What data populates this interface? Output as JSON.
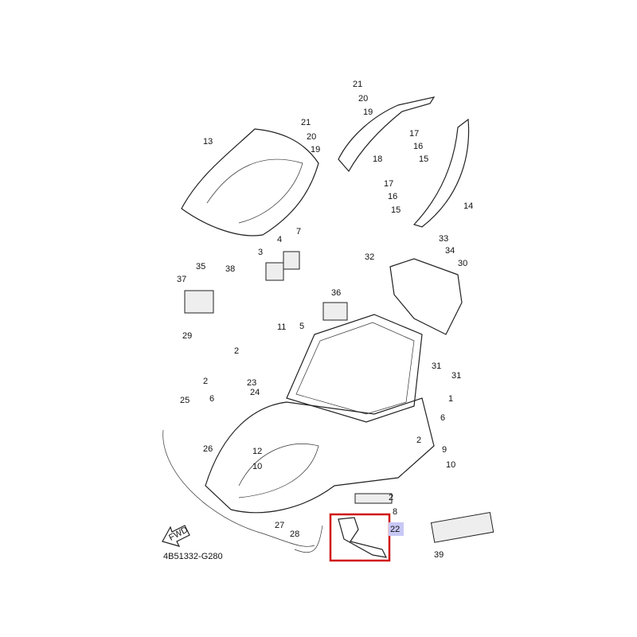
{
  "diagram": {
    "code": "4B51332-G280",
    "fwd_label": "FWD",
    "highlighted_part": "22",
    "highlight_color": "#d01010",
    "highlight_label_bg": "#c8c8f5",
    "callouts": [
      "21",
      "20",
      "19",
      "21",
      "20",
      "19",
      "13",
      "18",
      "17",
      "16",
      "15",
      "17",
      "16",
      "15",
      "14",
      "4",
      "7",
      "3",
      "33",
      "32",
      "34",
      "30",
      "35",
      "38",
      "37",
      "36",
      "11",
      "5",
      "29",
      "2",
      "31",
      "31",
      "2",
      "23",
      "24",
      "1",
      "25",
      "6",
      "6",
      "2",
      "9",
      "26",
      "12",
      "10",
      "10",
      "2",
      "8",
      "27",
      "28",
      "22",
      "39"
    ]
  }
}
